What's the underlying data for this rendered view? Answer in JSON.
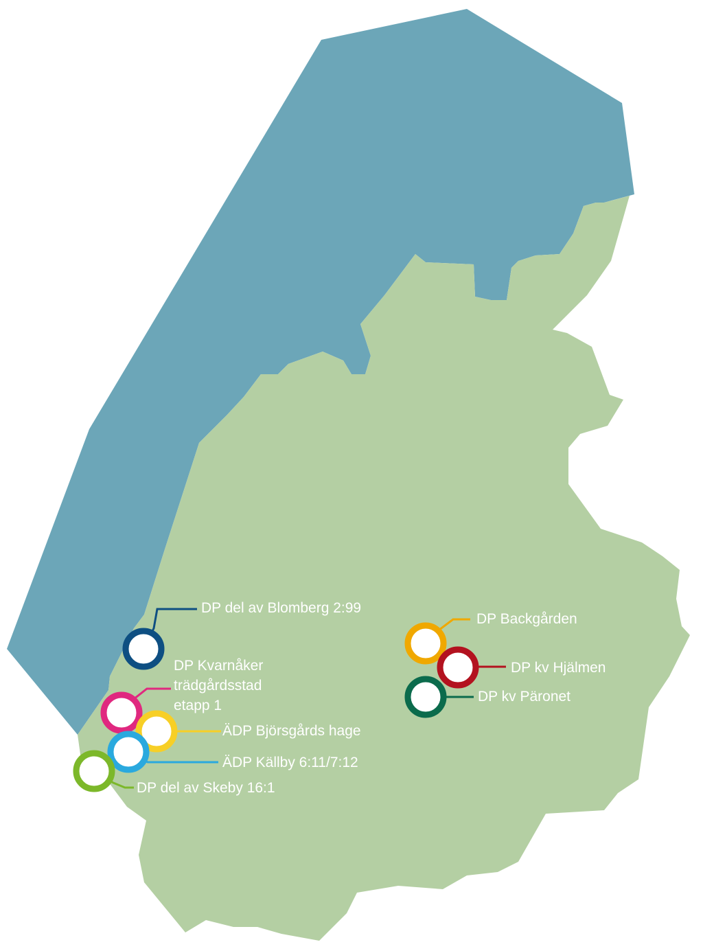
{
  "map": {
    "colors": {
      "water": "#6ca6b8",
      "land": "#b4cfa3",
      "background": "#ffffff",
      "label_text": "#ffffff"
    },
    "markers": [
      {
        "id": "blomberg",
        "label_lines": [
          "DP del av Blomberg 2:99"
        ],
        "color": "#0e4f82"
      },
      {
        "id": "kvarnaker",
        "label_lines": [
          "DP Kvarnåker",
          "trädgårdsstad",
          "etapp 1"
        ],
        "color": "#e0287f"
      },
      {
        "id": "bjorsgards",
        "label_lines": [
          "ÄDP Björsgårds hage"
        ],
        "color": "#f7cf26"
      },
      {
        "id": "kallby",
        "label_lines": [
          "ÄDP Källby 6:11/7:12"
        ],
        "color": "#2aa9de"
      },
      {
        "id": "skeby",
        "label_lines": [
          "DP del av Skeby 16:1"
        ],
        "color": "#7cb82a"
      },
      {
        "id": "backgarden",
        "label_lines": [
          "DP Backgården"
        ],
        "color": "#f0a800"
      },
      {
        "id": "hjalmen",
        "label_lines": [
          "DP kv Hjälmen"
        ],
        "color": "#b3121f"
      },
      {
        "id": "paronet",
        "label_lines": [
          "DP kv Päronet"
        ],
        "color": "#0b6b4c"
      }
    ]
  }
}
